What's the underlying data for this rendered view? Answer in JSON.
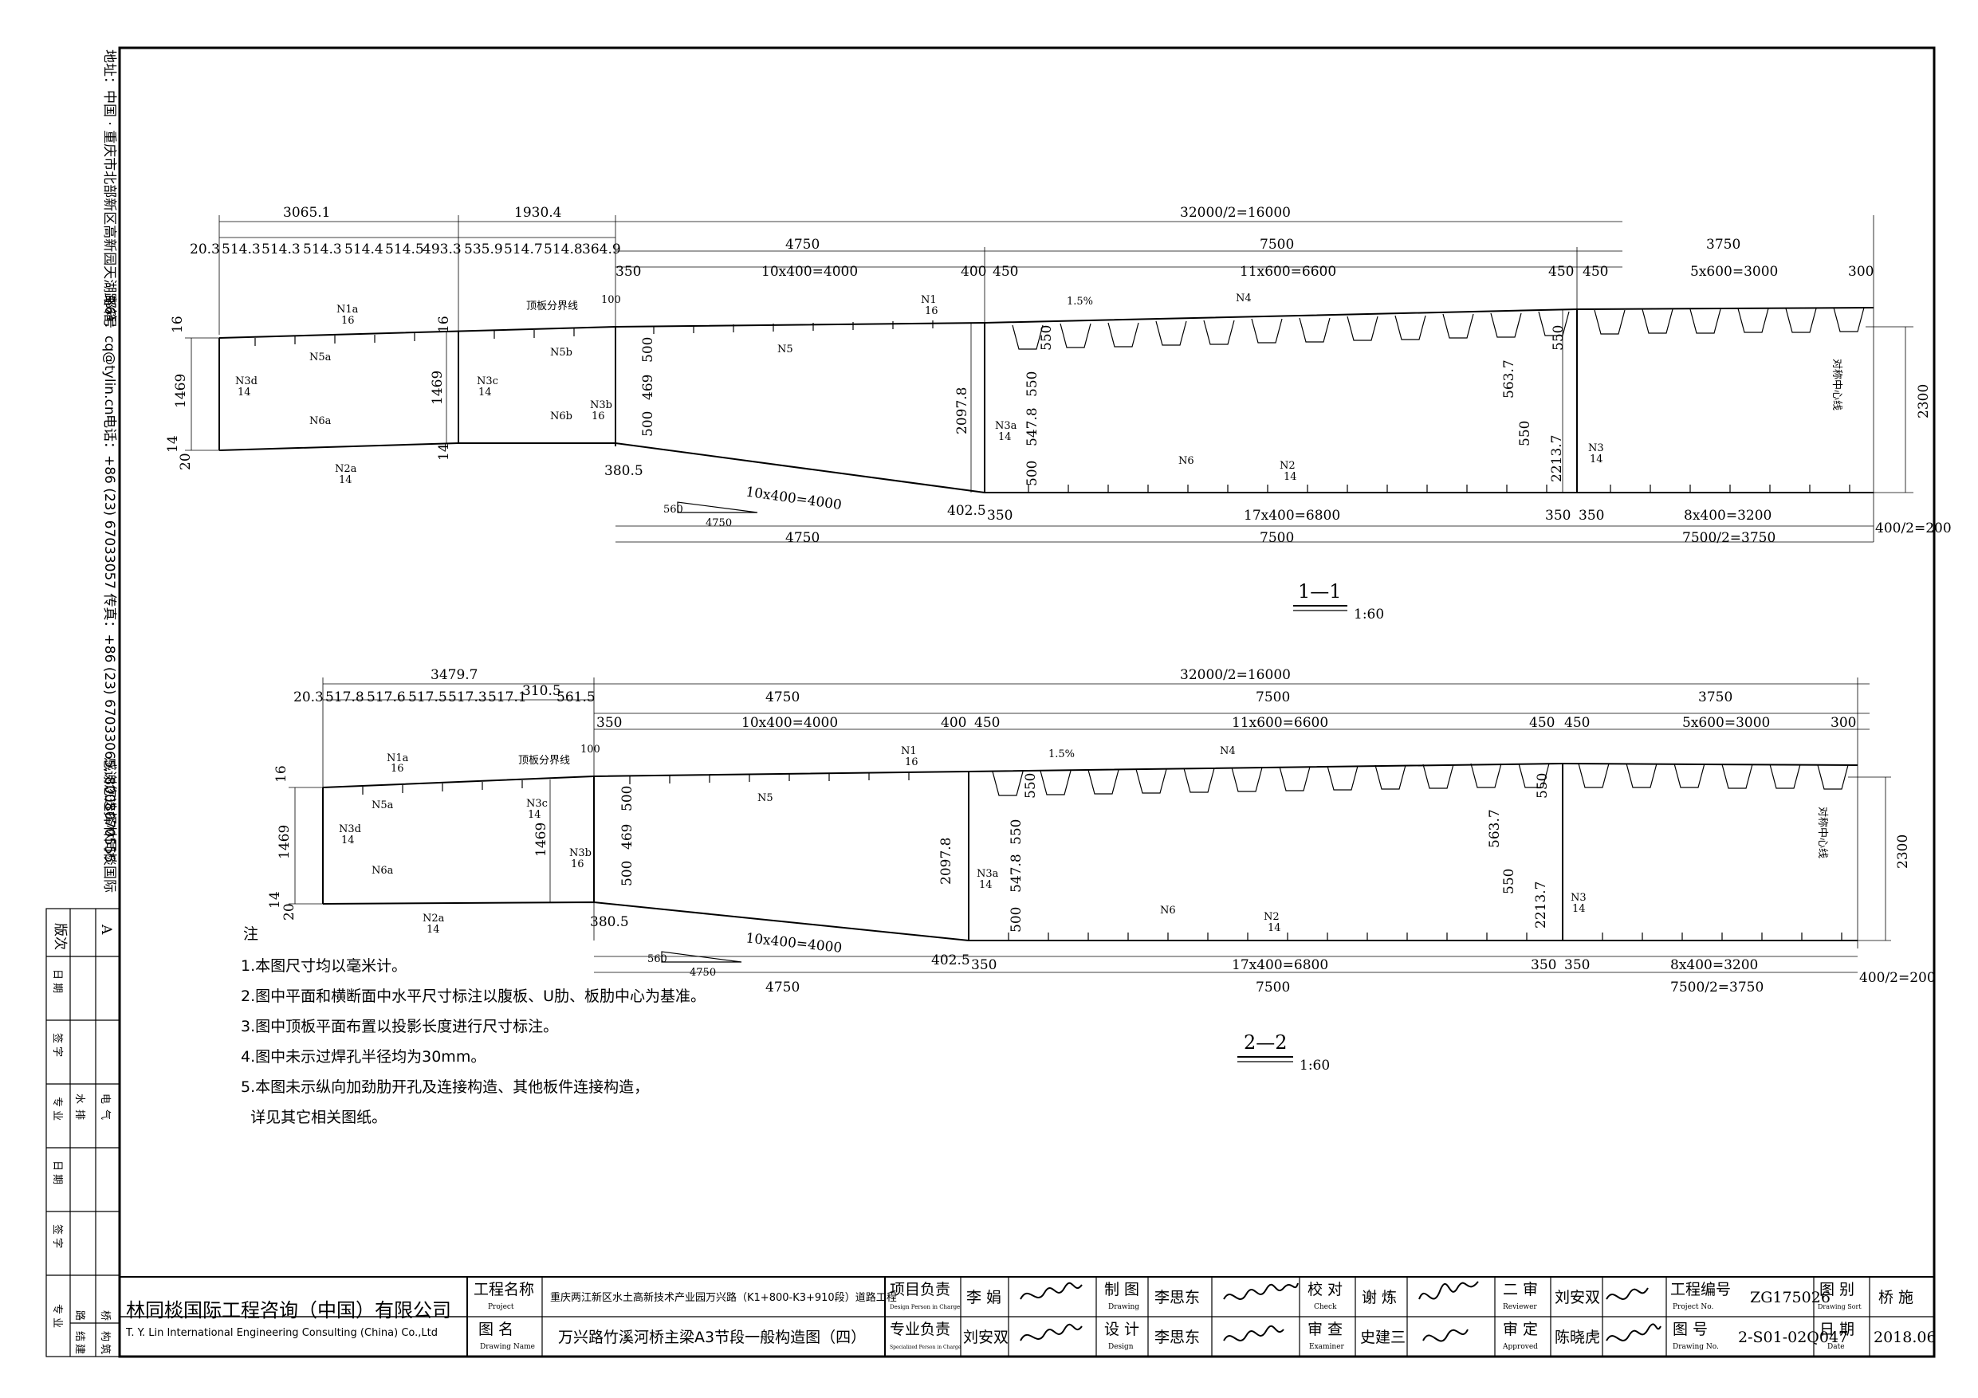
{
  "side_text": {
    "address": "地址：中国 · 重庆市北部新区高新园天湖路6号",
    "mail": "邮箱：cq@tylin.cn",
    "phone": "电话：+86 (23) 67033057 传真：+86 (23) 67033065, 8008070555",
    "thanks": "感谢您选择林同棪国际"
  },
  "section1": {
    "title": "1—1",
    "scale": "1:60",
    "top_dims": [
      "3065.1",
      "1930.4",
      "32000/2=16000"
    ],
    "seg_dims": [
      "20.3",
      "514.3",
      "514.3",
      "514.3",
      "514.4",
      "514.5",
      "493.3",
      "535.9",
      "514.7",
      "514.8",
      "364.9"
    ],
    "mid_dims": [
      "4750",
      "7500",
      "3750"
    ],
    "sub_dims": [
      "350",
      "10x400=4000",
      "400",
      "450",
      "11x600=6600",
      "450",
      "450",
      "5x600=3000",
      "300"
    ],
    "bot_sub_dims": [
      "380.5",
      "10x400=4000",
      "402.5",
      "350",
      "17x400=6800",
      "350",
      "350",
      "8x400=3200",
      "400/2=200"
    ],
    "bot_dims": [
      "4750",
      "7500",
      "7500/2=3750"
    ],
    "vert_dims": [
      "16",
      "1469",
      "14",
      "20",
      "16",
      "1469",
      "14",
      "500",
      "469",
      "500",
      "2097.8",
      "550",
      "547.8",
      "500",
      "550",
      "550",
      "563.7",
      "550",
      "2213.7",
      "2300"
    ],
    "slope": "1.5%",
    "ramp": [
      "560",
      "4750"
    ],
    "labels": [
      "N1a",
      "16",
      "N5a",
      "N3d",
      "14",
      "N6a",
      "N2a",
      "14",
      "N5b",
      "N3c",
      "14",
      "N6b",
      "顶板分界线",
      "100",
      "N3b",
      "16",
      "N1",
      "16",
      "N5",
      "N4",
      "N3a",
      "14",
      "N6",
      "N2",
      "14",
      "N3",
      "14",
      "对称中心线"
    ]
  },
  "section2": {
    "title": "2—2",
    "scale": "1:60",
    "top_dims": [
      "3479.7",
      "32000/2=16000"
    ],
    "seg_dims": [
      "20.3",
      "517.8",
      "517.6",
      "517.5",
      "517.3",
      "517.1",
      "310.5",
      "561.5"
    ],
    "mid_dims": [
      "4750",
      "7500",
      "3750"
    ],
    "sub_dims": [
      "350",
      "10x400=4000",
      "400",
      "450",
      "11x600=6600",
      "450",
      "450",
      "5x600=3000",
      "300"
    ],
    "bot_sub_dims": [
      "380.5",
      "10x400=4000",
      "402.5",
      "350",
      "17x400=6800",
      "350",
      "350",
      "8x400=3200",
      "400/2=200"
    ],
    "bot_dims": [
      "4750",
      "7500",
      "7500/2=3750"
    ],
    "vert_dims": [
      "16",
      "1469",
      "14",
      "20",
      "1469",
      "500",
      "469",
      "500",
      "2097.8",
      "550",
      "547.8",
      "500",
      "550",
      "550",
      "563.7",
      "550",
      "2213.7",
      "2300"
    ],
    "slope": "1.5%",
    "ramp": [
      "560",
      "4750"
    ],
    "labels": [
      "N1a",
      "16",
      "N5a",
      "N3d",
      "14",
      "N6a",
      "N2a",
      "14",
      "N3c",
      "14",
      "顶板分界线",
      "100",
      "N3b",
      "16",
      "N1",
      "16",
      "N5",
      "N4",
      "N3a",
      "14",
      "N6",
      "N2",
      "14",
      "N3",
      "14",
      "对称中心线"
    ]
  },
  "notes": {
    "heading": "注",
    "items": [
      "1.本图尺寸均以毫米计。",
      "2.图中平面和横断面中水平尺寸标注以腹板、U肋、板肋中心为基准。",
      "3.图中顶板平面布置以投影长度进行尺寸标注。",
      "4.图中未示过焊孔半径均为30mm。",
      "5.本图未示纵向加劲肋开孔及连接构造、其他板件连接构造，",
      "  详见其它相关图纸。"
    ]
  },
  "left_table": {
    "version_label": "版次",
    "version": "A",
    "cols": [
      "日 期",
      "签 字",
      "专 业",
      "日 期",
      "签 字",
      "专 业"
    ],
    "disciplines": [
      "水",
      "排",
      "电",
      "气",
      "路",
      "桥",
      "结",
      "构",
      "建",
      "筑"
    ]
  },
  "title_block": {
    "company_cn": "林同棪国际工程咨询（中国）有限公司",
    "company_en": "T. Y. Lin International Engineering Consulting (China) Co.,Ltd",
    "project_label": "工程名称",
    "project_label_en": "Project",
    "project_name": "重庆两江新区水土高新技术产业园万兴路（K1+800-K3+910段）道路工程",
    "drawing_label": "图 名",
    "drawing_label_en": "Drawing Name",
    "drawing_name": "万兴路竹溪河桥主梁A3节段一般构造图（四）",
    "pm_label": "项目负责",
    "pm_label_en": "Design Person in Charge",
    "pm_name": "李 娟",
    "spec_label": "专业负责",
    "spec_label_en": "Specialized Person in Charge",
    "spec_name": "刘安双",
    "draw_label": "制 图",
    "draw_label_en": "Drawing",
    "draw_name": "李思东",
    "design_label": "设 计",
    "design_label_en": "Design",
    "design_name": "李思东",
    "check_label": "校 对",
    "check_label_en": "Check",
    "check_name": "谢 炼",
    "exam_label": "审 查",
    "exam_label_en": "Examiner",
    "exam_name": "史建三",
    "review_label": "二 审",
    "review_label_en": "Reviewer",
    "review_name": "刘安双",
    "approve_label": "审 定",
    "approve_label_en": "Approved",
    "approve_name": "陈晓虎",
    "projno_label": "工程编号",
    "projno_label_en": "Project No.",
    "projno": "ZG175026",
    "drawno_label": "图 号",
    "drawno_label_en": "Drawing No.",
    "drawno": "2-S01-02Q047",
    "sort_label": "图 别",
    "sort_label_en": "Drawing Sort",
    "sort": "桥 施",
    "date_label": "日 期",
    "date_label_en": "Date",
    "date": "2018.06"
  }
}
